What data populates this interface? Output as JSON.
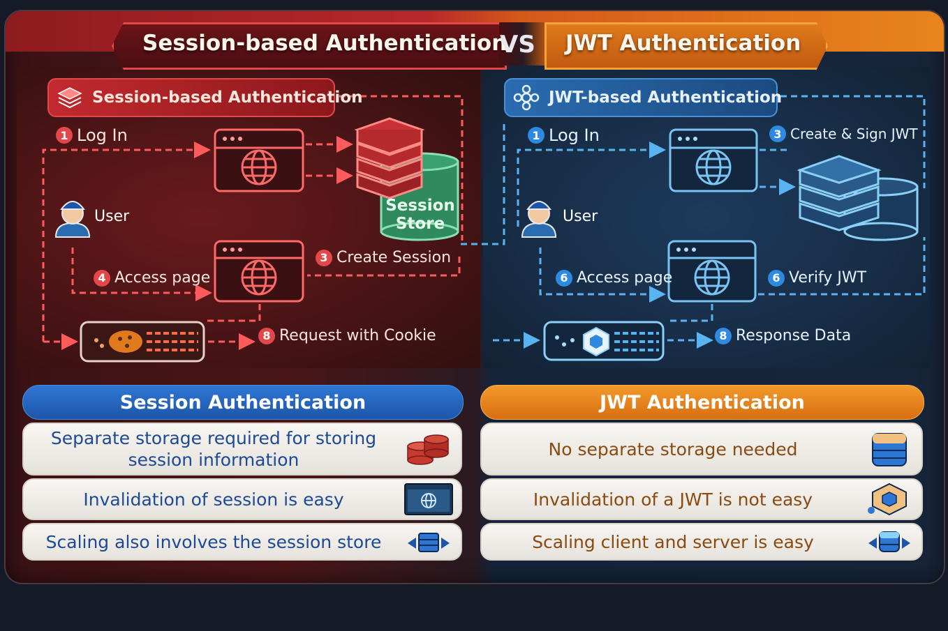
{
  "title": {
    "left": "Session-based Authentication",
    "vs": "VS",
    "right": "JWT Authentication"
  },
  "session_flow": {
    "heading": "Session-based Authentication",
    "user": "User",
    "store": "Session Store",
    "steps": [
      {
        "num": "1",
        "label": "Log In"
      },
      {
        "num": "3",
        "label": "Create Session"
      },
      {
        "num": "4",
        "label": "Access page"
      },
      {
        "num": "8",
        "label": "Request with Cookie"
      }
    ]
  },
  "jwt_flow": {
    "heading": "JWT-based Authentication",
    "user": "User",
    "steps": [
      {
        "num": "1",
        "label": "Log In"
      },
      {
        "num": "3",
        "label": "Create & Sign JWT"
      },
      {
        "num": "6",
        "label": "Access page"
      },
      {
        "num": "6",
        "label": "Verify JWT"
      },
      {
        "num": "8",
        "label": "Response Data"
      }
    ]
  },
  "comparison": {
    "session": {
      "header": "Session Authentication",
      "rows": [
        {
          "text": "Separate storage required for storing session information",
          "icon": "storage-icon"
        },
        {
          "text": "Invalidation of session is easy",
          "icon": "browser-icon"
        },
        {
          "text": "Scaling also involves the session store",
          "icon": "scaling-icon"
        }
      ]
    },
    "jwt": {
      "header": "JWT Authentication",
      "rows": [
        {
          "text": "No separate storage needed",
          "icon": "database-icon"
        },
        {
          "text": "Invalidation of a JWT is not easy",
          "icon": "token-icon"
        },
        {
          "text": "Scaling client and server is easy",
          "icon": "scaling-icon"
        }
      ]
    }
  },
  "colors": {
    "session": "#e2484a",
    "jwt": "#4aa8e8",
    "session_header": "#1d56a8",
    "jwt_header": "#e07a1c",
    "store": "#3a9a6a"
  }
}
